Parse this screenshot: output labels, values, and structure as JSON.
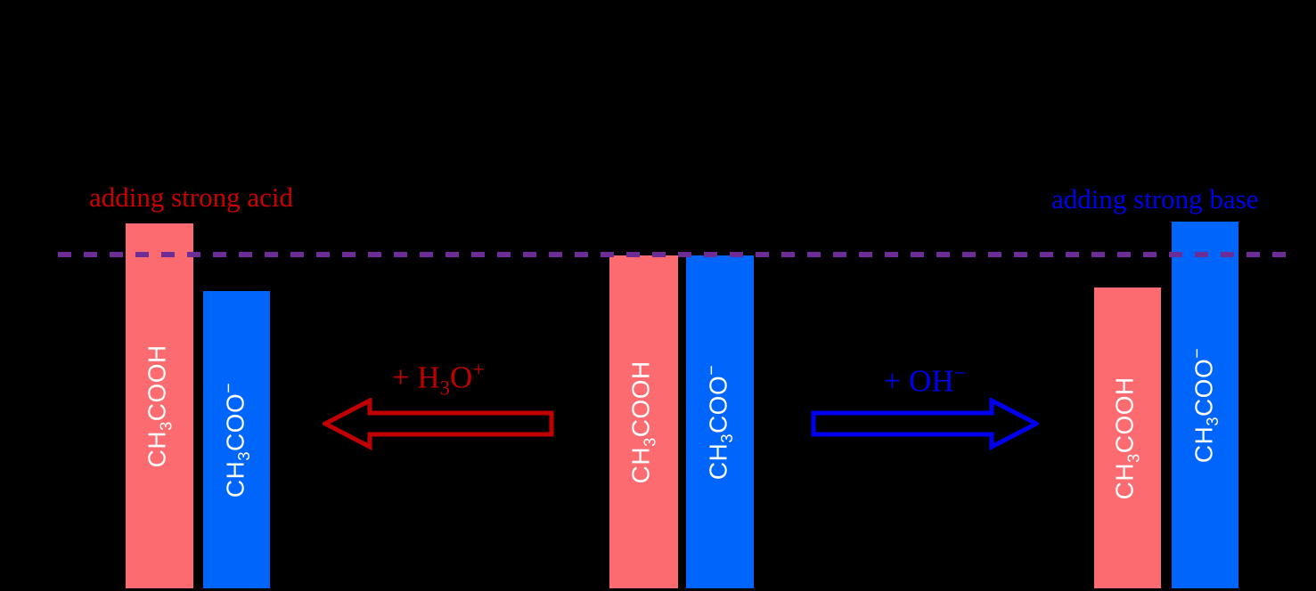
{
  "colors": {
    "background": "#000000",
    "acid_bar": "#FC6B6F",
    "acetate_bar": "#0066FB",
    "reference_line": "#6E2C96",
    "red_ink": "#CC0000",
    "red_arrow": "#C00000",
    "blue_ink": "#0000EE",
    "bar_label_text": "#FFFFFF"
  },
  "annotations": {
    "acid": "adding strong acid",
    "base": "adding strong base"
  },
  "arrow_labels": {
    "hydronium": {
      "pre": "+ H",
      "sub": "3",
      "mid": "O",
      "sup": "+"
    },
    "hydroxide": {
      "pre": "+ OH",
      "sup": "−"
    }
  },
  "bar_labels": {
    "acetic_acid": {
      "pre": "CH",
      "sub": "3",
      "post": "COOH",
      "sup": ""
    },
    "acetate": {
      "pre": "CH",
      "sub": "3",
      "post": "COO",
      "sup": "−"
    }
  },
  "geometry": {
    "ref_line": "left:65px;top:283px;width:1379px;height:6px;",
    "left_acid": "left:141px;top:251px;width:76px;height:410px;",
    "left_acetate": "left:228px;top:327px;width:75px;height:334px;",
    "mid_acid": "left:684px;top:287px;width:77px;height:374px;",
    "mid_acetate": "left:770px;top:287px;width:76px;height:374px;",
    "right_acid": "left:1228px;top:323px;width:75px;height:338px;",
    "right_acetate": "left:1315px;top:249px;width:75px;height:412px;",
    "annotation_acid": "left:100px;top:204px;",
    "annotation_base": "left:1180px;top:206px;",
    "red_arrow": "left:362px;top:447px;",
    "blue_arrow": "left:910px;top:447px;",
    "label_hydronium": "left:362px;top:402px;width:260px;",
    "label_hydroxide": "left:910px;top:406px;width:256px;"
  }
}
